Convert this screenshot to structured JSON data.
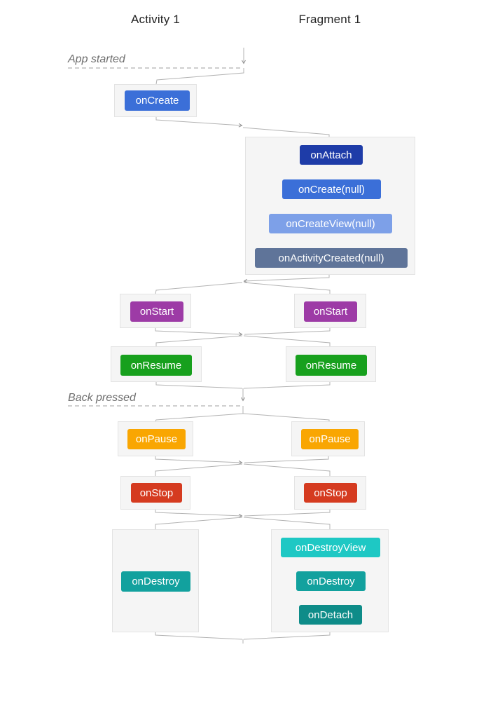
{
  "columns": [
    {
      "label": "Activity 1"
    },
    {
      "label": "Fragment 1"
    }
  ],
  "phases": [
    {
      "label": "App started"
    },
    {
      "label": "Back pressed"
    }
  ],
  "colors": {
    "line": "#b3b3b3",
    "dashed_line": "#cfcfcf",
    "group_bg": "#f5f5f5",
    "group_border": "#e3e3e3",
    "header_text": "#212121",
    "phase_label_text": "#6e6e6e",
    "chip_text": "#ffffff"
  },
  "nodes": {
    "activity_on_create": {
      "label": "onCreate",
      "color": "#3b6fd8"
    },
    "fragment_on_attach": {
      "label": "onAttach",
      "color": "#1e3ca8"
    },
    "fragment_on_create_null": {
      "label": "onCreate(null)",
      "color": "#3b6fd8"
    },
    "fragment_on_create_view_null": {
      "label": "onCreateView(null)",
      "color": "#7da0e8"
    },
    "fragment_on_activity_created_null": {
      "label": "onActivityCreated(null)",
      "color": "#5f7499"
    },
    "activity_on_start": {
      "label": "onStart",
      "color": "#9d3ba6"
    },
    "fragment_on_start": {
      "label": "onStart",
      "color": "#9d3ba6"
    },
    "activity_on_resume": {
      "label": "onResume",
      "color": "#17a01d"
    },
    "fragment_on_resume": {
      "label": "onResume",
      "color": "#17a01d"
    },
    "activity_on_pause": {
      "label": "onPause",
      "color": "#f9a602"
    },
    "fragment_on_pause": {
      "label": "onPause",
      "color": "#f9a602"
    },
    "activity_on_stop": {
      "label": "onStop",
      "color": "#d53b20"
    },
    "fragment_on_stop": {
      "label": "onStop",
      "color": "#d53b20"
    },
    "activity_on_destroy": {
      "label": "onDestroy",
      "color": "#12a19e"
    },
    "fragment_on_destroy_view": {
      "label": "onDestroyView",
      "color": "#1ec8c4"
    },
    "fragment_on_destroy": {
      "label": "onDestroy",
      "color": "#12a19e"
    },
    "fragment_on_detach": {
      "label": "onDetach",
      "color": "#0e8c89"
    }
  }
}
